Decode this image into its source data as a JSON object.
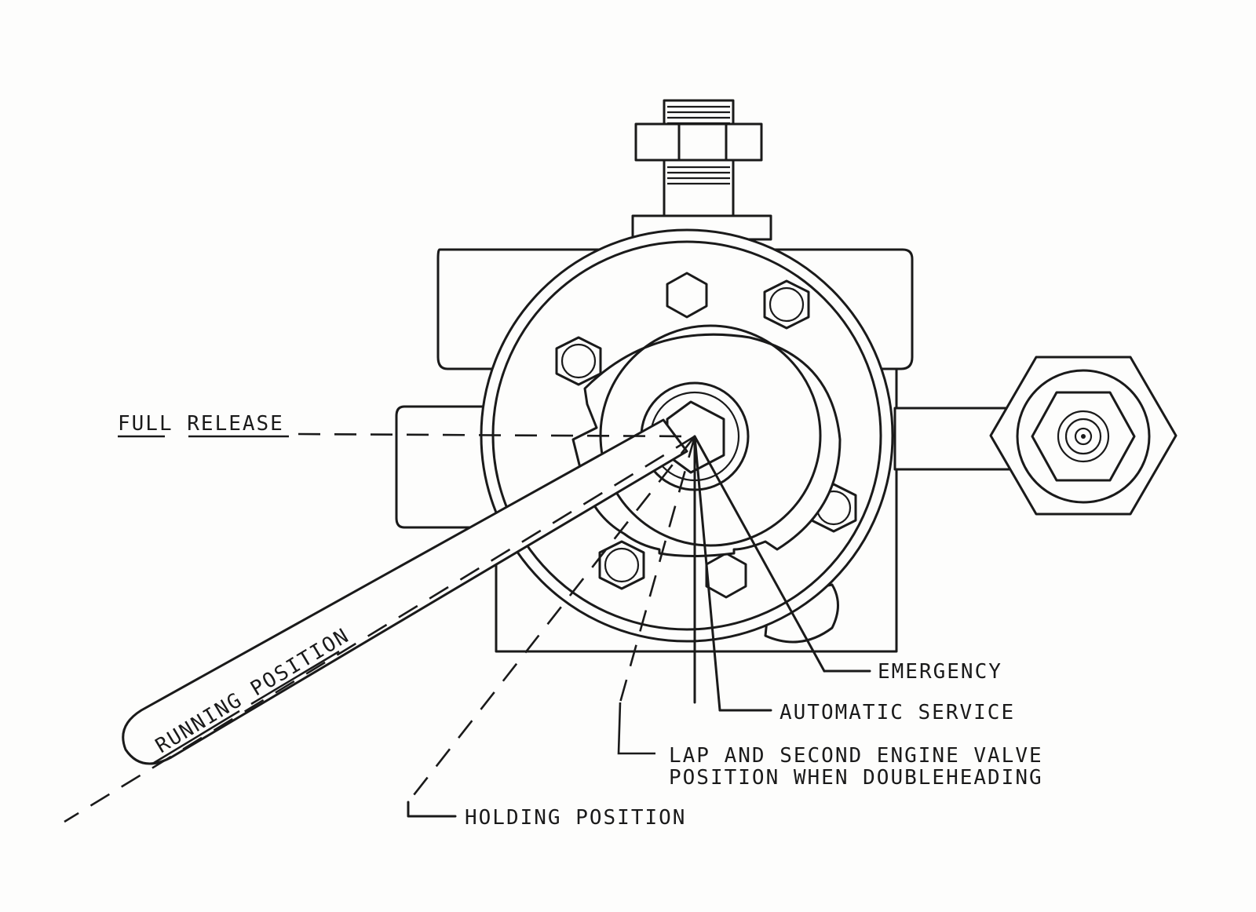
{
  "diagram": {
    "labels": {
      "full_release": "FULL RELEASE",
      "running_position": "RUNNING POSITION",
      "emergency": "EMERGENCY",
      "automatic_service": "AUTOMATIC SERVICE",
      "lap_line1": "LAP AND SECOND ENGINE VALVE",
      "lap_line2": "POSITION WHEN DOUBLEHEADING",
      "holding_position": "HOLDING POSITION"
    }
  }
}
